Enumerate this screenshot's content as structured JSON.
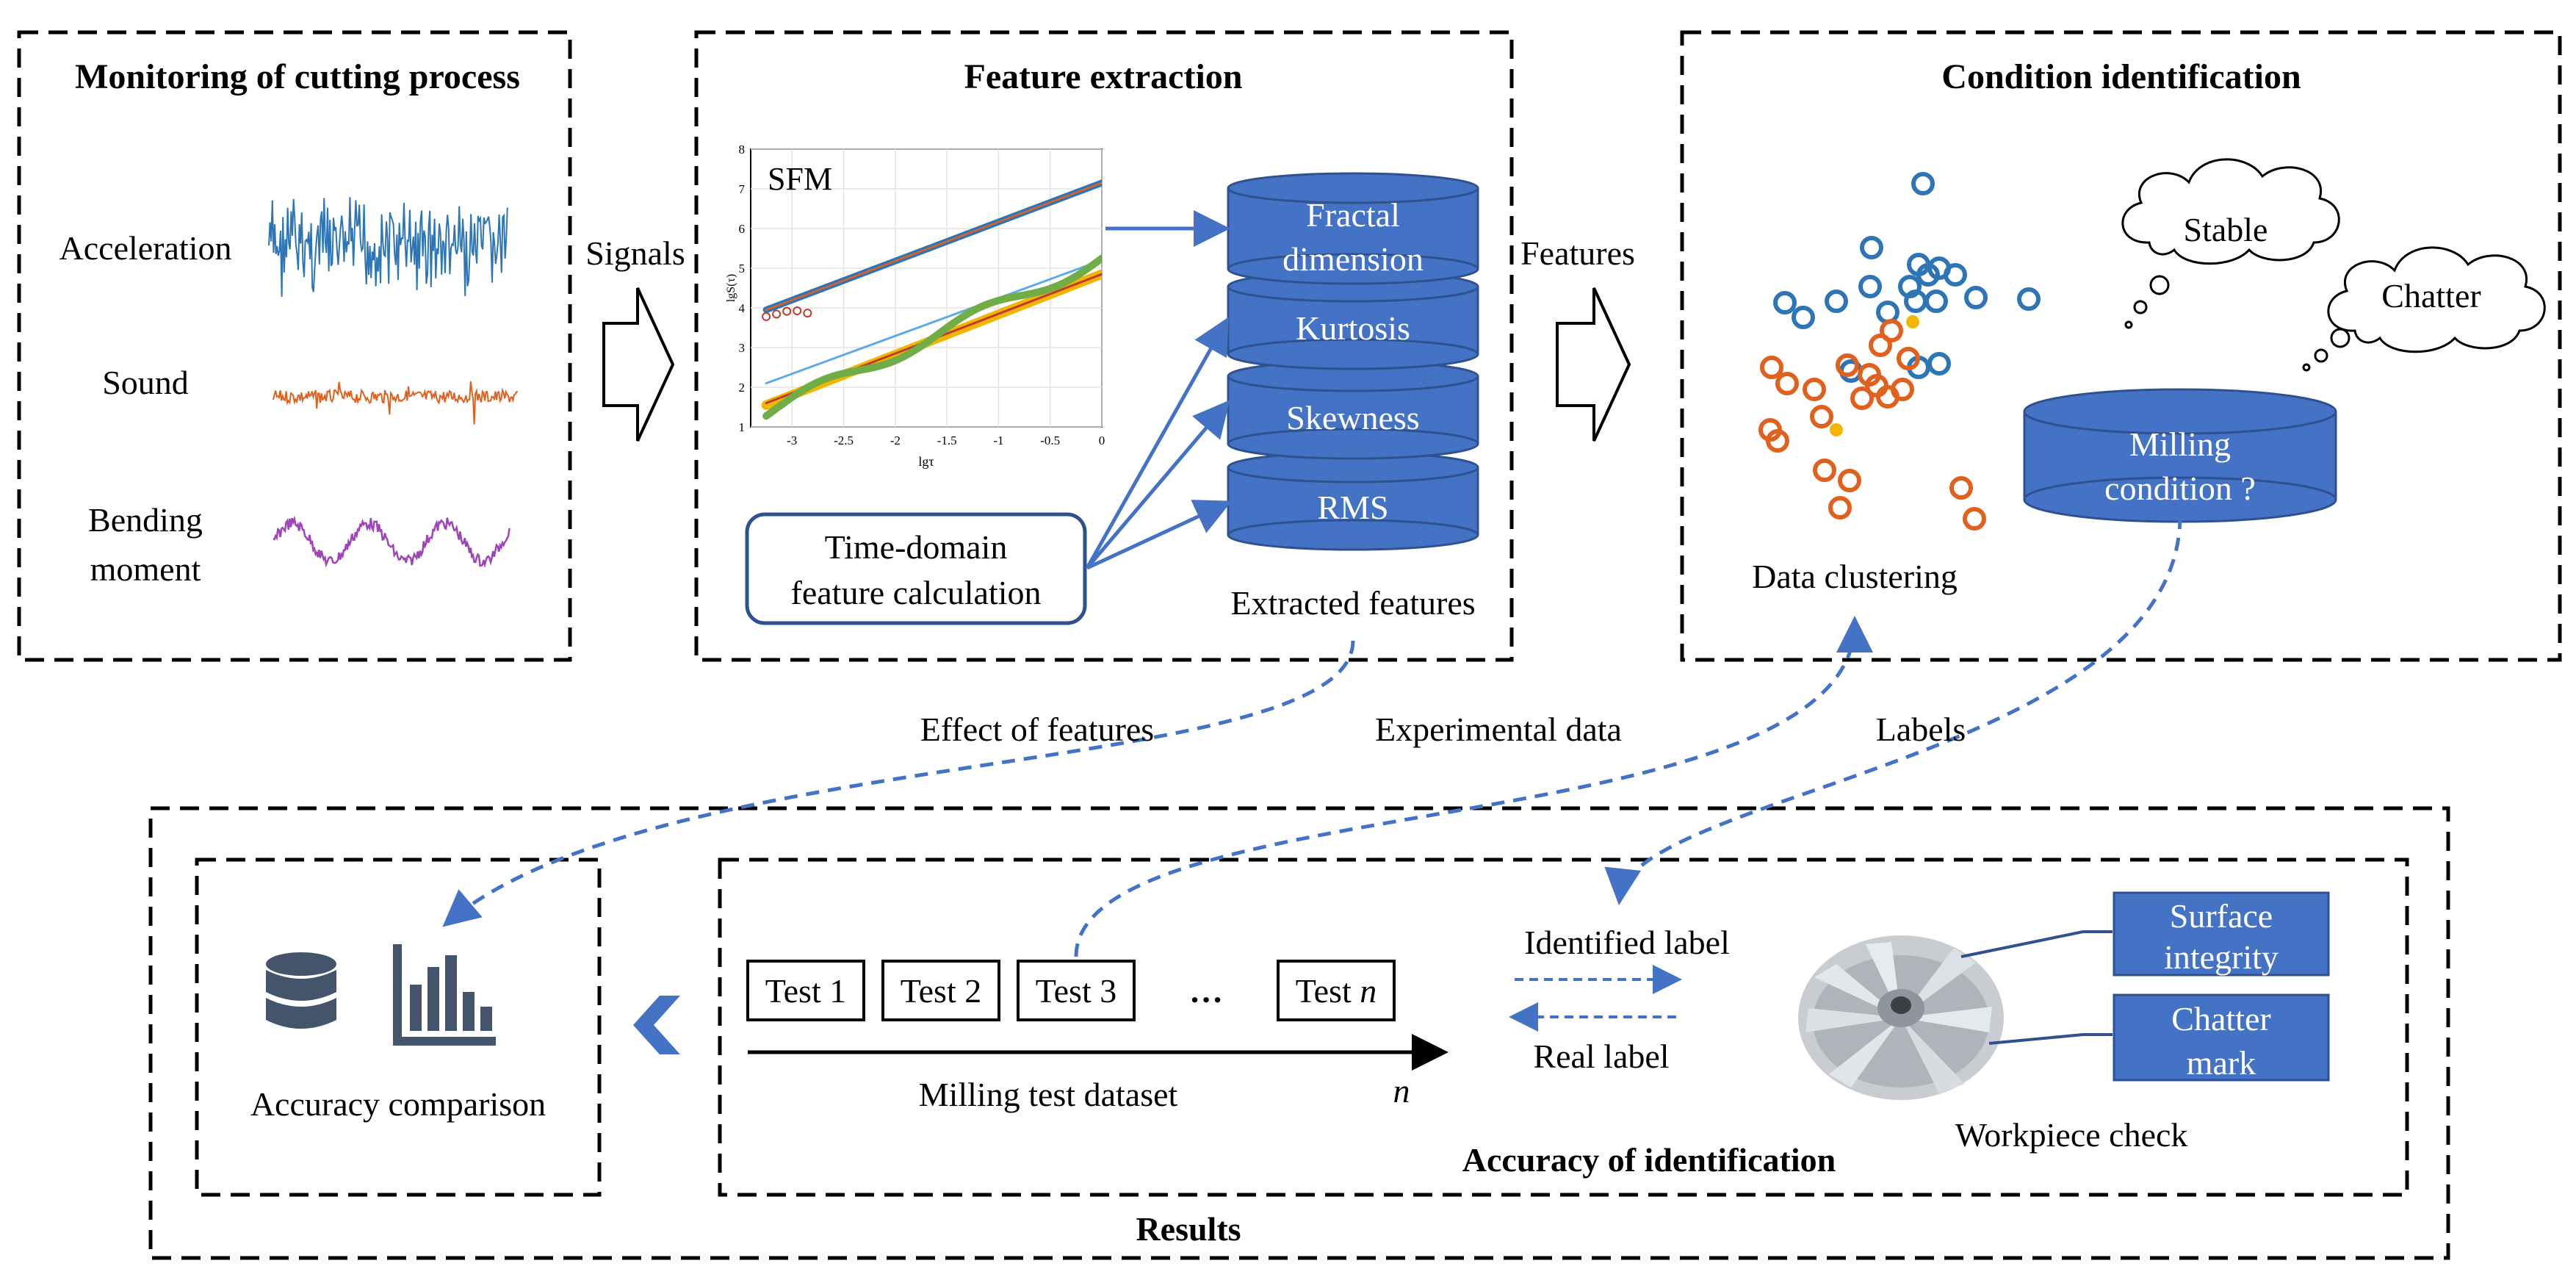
{
  "panels": {
    "monitoring": {
      "title": "Monitoring of cutting process",
      "signals": [
        "Acceleration",
        "Sound",
        "Bending",
        "moment"
      ]
    },
    "feature_extraction": {
      "title": "Feature extraction",
      "plot": {
        "label": "SFM",
        "ylabel": "lgS(τ)",
        "xlabel": "lgτ",
        "xticks": [
          "-3",
          "-2.5",
          "-2",
          "-1.5",
          "-1",
          "-0.5",
          "0"
        ],
        "yticks": [
          "1",
          "2",
          "3",
          "4",
          "5",
          "6",
          "7",
          "8"
        ]
      },
      "db_items": [
        "Fractal",
        "dimension",
        "Kurtosis",
        "Skewness",
        "RMS"
      ],
      "time_domain": [
        "Time-domain",
        "feature calculation"
      ],
      "extracted_label": "Extracted features"
    },
    "condition": {
      "title": "Condition identification",
      "clustering_label": "Data clustering",
      "stable": "Stable",
      "chatter": "Chatter",
      "milling": [
        "Milling",
        "condition ?"
      ]
    },
    "results": {
      "title": "Results",
      "accuracy_comparison": "Accuracy comparison",
      "tests": [
        "Test 1",
        "Test 2",
        "Test 3",
        "…",
        "Test "
      ],
      "test_n_italic": "n",
      "axis_n": "n",
      "dataset_label": "Milling test dataset",
      "identified_label": "Identified label",
      "real_label": "Real label",
      "surface": [
        "Surface",
        "integrity"
      ],
      "chatter_mark": [
        "Chatter",
        "mark"
      ],
      "workpiece_label": "Workpiece check",
      "accuracy_identification": "Accuracy of identification"
    }
  },
  "arrows": {
    "signals": "Signals",
    "features": "Features",
    "effect": "Effect of features",
    "experimental": "Experimental data",
    "labels": "Labels"
  },
  "colors": {
    "accent_blue": "#4472C4",
    "db_fill": "#4472C4",
    "db_stroke": "#2F528F",
    "blue_series": "#2E75B6",
    "orange_series": "#E0611E",
    "yellow_point": "#F2B600"
  }
}
